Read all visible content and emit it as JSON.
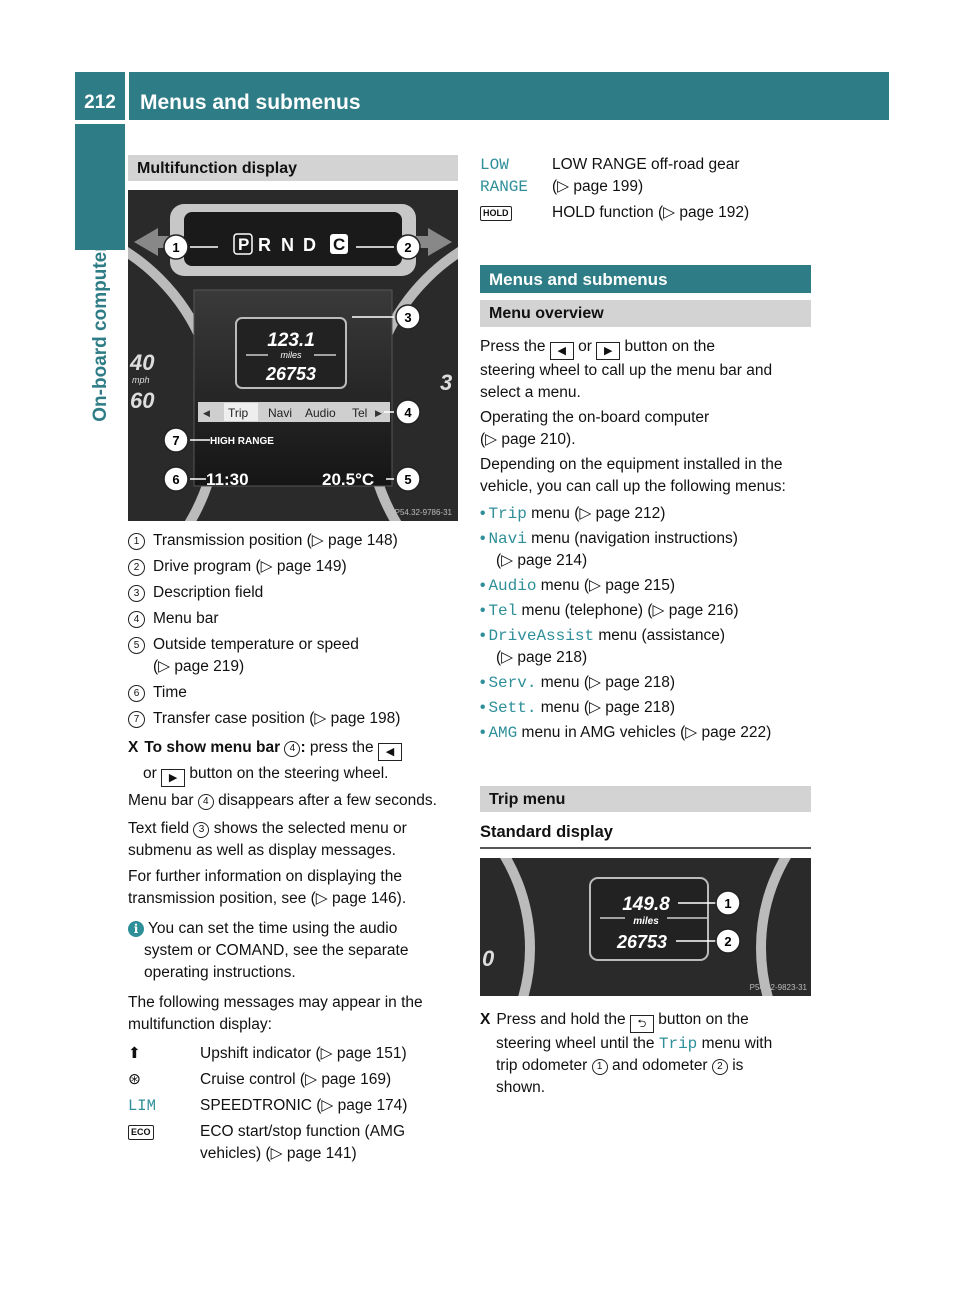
{
  "header": {
    "page_number": "212",
    "title": "Menus and submenus",
    "side_label": "On-board computer and displays"
  },
  "left": {
    "section_title": "Multifunction display",
    "figure1": {
      "gear": {
        "p": "P",
        "r": "R",
        "n": "N",
        "d": "D",
        "c": "C"
      },
      "trip_value": "123.1",
      "unit": "miles",
      "odometer": "26753",
      "menu_bar": [
        "Trip",
        "Navi",
        "Audio",
        "Tel"
      ],
      "range_label": "HIGH RANGE",
      "time": "11:30",
      "temperature": "20.5°C",
      "callouts": [
        "1",
        "2",
        "3",
        "4",
        "5",
        "6",
        "7"
      ],
      "gauge_40": "40",
      "gauge_mph": "mph",
      "gauge_60": "60",
      "gauge_3": "3",
      "code": "P54.32-9786-31"
    },
    "legend": [
      {
        "num": "1",
        "text": "Transmission position (▷ page 148)"
      },
      {
        "num": "2",
        "text": "Drive program (▷ page 149)"
      },
      {
        "num": "3",
        "text": "Description field"
      },
      {
        "num": "4",
        "text": "Menu bar"
      },
      {
        "num": "5",
        "text": "Outside temperature or speed",
        "text2": "(▷ page 219)"
      },
      {
        "num": "6",
        "text": "Time"
      },
      {
        "num": "7",
        "text": "Transfer case position (▷ page 198)"
      }
    ],
    "show_menu": {
      "bold": "To show menu bar ",
      "num": "4",
      "colon": ":",
      "rest1": " press the ",
      "rest2": "or ",
      "rest3": " button on the steering wheel.",
      "left_btn": "◀",
      "right_btn": "▶"
    },
    "para1_a": "Menu bar ",
    "para1_num": "4",
    "para1_b": " disappears after a few seconds.",
    "para2_a": "Text field ",
    "para2_num": "3",
    "para2_b": " shows the selected menu or",
    "para2_c": "submenu as well as display messages.",
    "para3_a": "For further information on displaying the",
    "para3_b": "transmission position, see (▷ page 146).",
    "info_a": "You can set the time using the audio",
    "info_b": "system or COMAND, see the separate",
    "info_c": "operating instructions.",
    "msg_intro_a": "The following messages may appear in the",
    "msg_intro_b": "multifunction display:",
    "messages": [
      {
        "sym": "⬆",
        "text": "Upshift indicator (▷ page 151)"
      },
      {
        "sym": "⊛",
        "text": "Cruise control (▷ page 169)"
      },
      {
        "sym": "LIM",
        "text": "SPEEDTRONIC (▷ page 174)"
      },
      {
        "sym": "ECO",
        "text": "ECO start/stop function (AMG",
        "text2": "vehicles) (▷ page 141)"
      }
    ]
  },
  "right": {
    "low_sym1": "LOW",
    "low_sym2": "RANGE",
    "low_text1": "LOW RANGE off-road gear",
    "low_text2": "(▷ page 199)",
    "hold_sym": "HOLD",
    "hold_text": "HOLD function (▷ page 192)",
    "sec_menus": "Menus and submenus",
    "sec_overview": "Menu overview",
    "ov_a": "Press the ",
    "ov_or": " or ",
    "ov_b": " button on the",
    "ov_c": "steering wheel to call up the menu bar and",
    "ov_d": "select a menu.",
    "ov_e": "Operating the on-board computer",
    "ov_f": "(▷ page 210).",
    "ov_g": "Depending on the equipment installed in the",
    "ov_h": "vehicle, you can call up the following menus:",
    "menus": [
      {
        "name": "Trip",
        "text": " menu (▷ page 212)"
      },
      {
        "name": "Navi",
        "text": " menu (navigation instructions)",
        "text2": "(▷ page 214)"
      },
      {
        "name": "Audio",
        "text": " menu (▷ page 215)"
      },
      {
        "name": "Tel",
        "text": " menu (telephone) (▷ page 216)"
      },
      {
        "name": "DriveAssist",
        "text": " menu (assistance)",
        "text2": "(▷ page 218)"
      },
      {
        "name": "Serv.",
        "text": " menu (▷ page 218)"
      },
      {
        "name": "Sett.",
        "text": " menu (▷ page 218)"
      },
      {
        "name": "AMG",
        "text": " menu in AMG vehicles (▷ page 222)"
      }
    ],
    "sec_trip": "Trip menu",
    "std_display": "Standard display",
    "figure2": {
      "trip_value": "149.8",
      "unit": "miles",
      "odometer": "26753",
      "callouts": [
        "1",
        "2"
      ],
      "code": "P54.32-9823-31",
      "gauge_0": "0"
    },
    "press_a": "Press and hold the ",
    "press_b": " button on the",
    "press_c": "steering wheel until the ",
    "press_trip": "Trip",
    "press_d": " menu with",
    "press_e": "trip odometer ",
    "press_num1": "1",
    "press_f": " and odometer ",
    "press_num2": "2",
    "press_g": " is",
    "press_h": "shown.",
    "back_btn": "⮌"
  }
}
